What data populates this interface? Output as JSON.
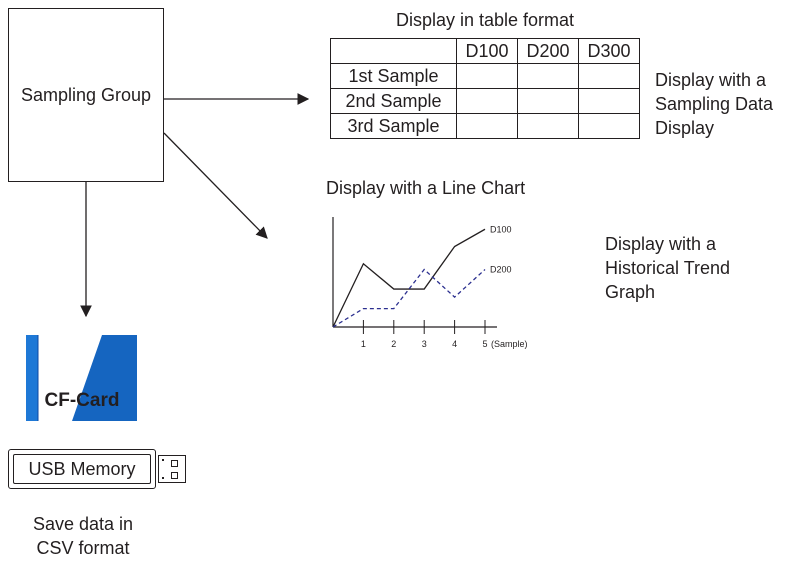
{
  "diagram": {
    "source": {
      "label": "Sampling Group"
    },
    "table_display": {
      "title": "Display in table format",
      "columns": [
        "",
        "D100",
        "D200",
        "D300"
      ],
      "rows": [
        "1st Sample",
        "2nd Sample",
        "3rd Sample"
      ],
      "caption_lines": [
        "Display with a",
        "Sampling Data",
        "Display"
      ]
    },
    "chart_display": {
      "title": "Display with a Line Chart",
      "caption_lines": [
        "Display with a",
        "Historical Trend",
        "Graph"
      ]
    },
    "storage": {
      "cf_card_label": "CF-Card",
      "usb_label": "USB Memory",
      "caption_lines": [
        "Save data in",
        "CSV format"
      ]
    }
  },
  "chart_data": {
    "type": "line",
    "x": [
      0,
      1,
      2,
      3,
      4,
      5
    ],
    "xlabel": "(Sample)",
    "tick_labels": [
      "1",
      "2",
      "3",
      "4",
      "5"
    ],
    "series": [
      {
        "name": "D100",
        "values": [
          0,
          5.5,
          3.3,
          3.3,
          7.0,
          8.5
        ],
        "style": "solid",
        "color": "#231f20"
      },
      {
        "name": "D200",
        "values": [
          0,
          1.6,
          1.6,
          5.0,
          2.6,
          5.0
        ],
        "style": "dashed",
        "color": "#2b2f8f"
      }
    ],
    "ylim": [
      0,
      10
    ]
  },
  "colors": {
    "cf_blue": "#1565c0",
    "ink": "#231f20",
    "dash_blue": "#2b2f8f"
  }
}
